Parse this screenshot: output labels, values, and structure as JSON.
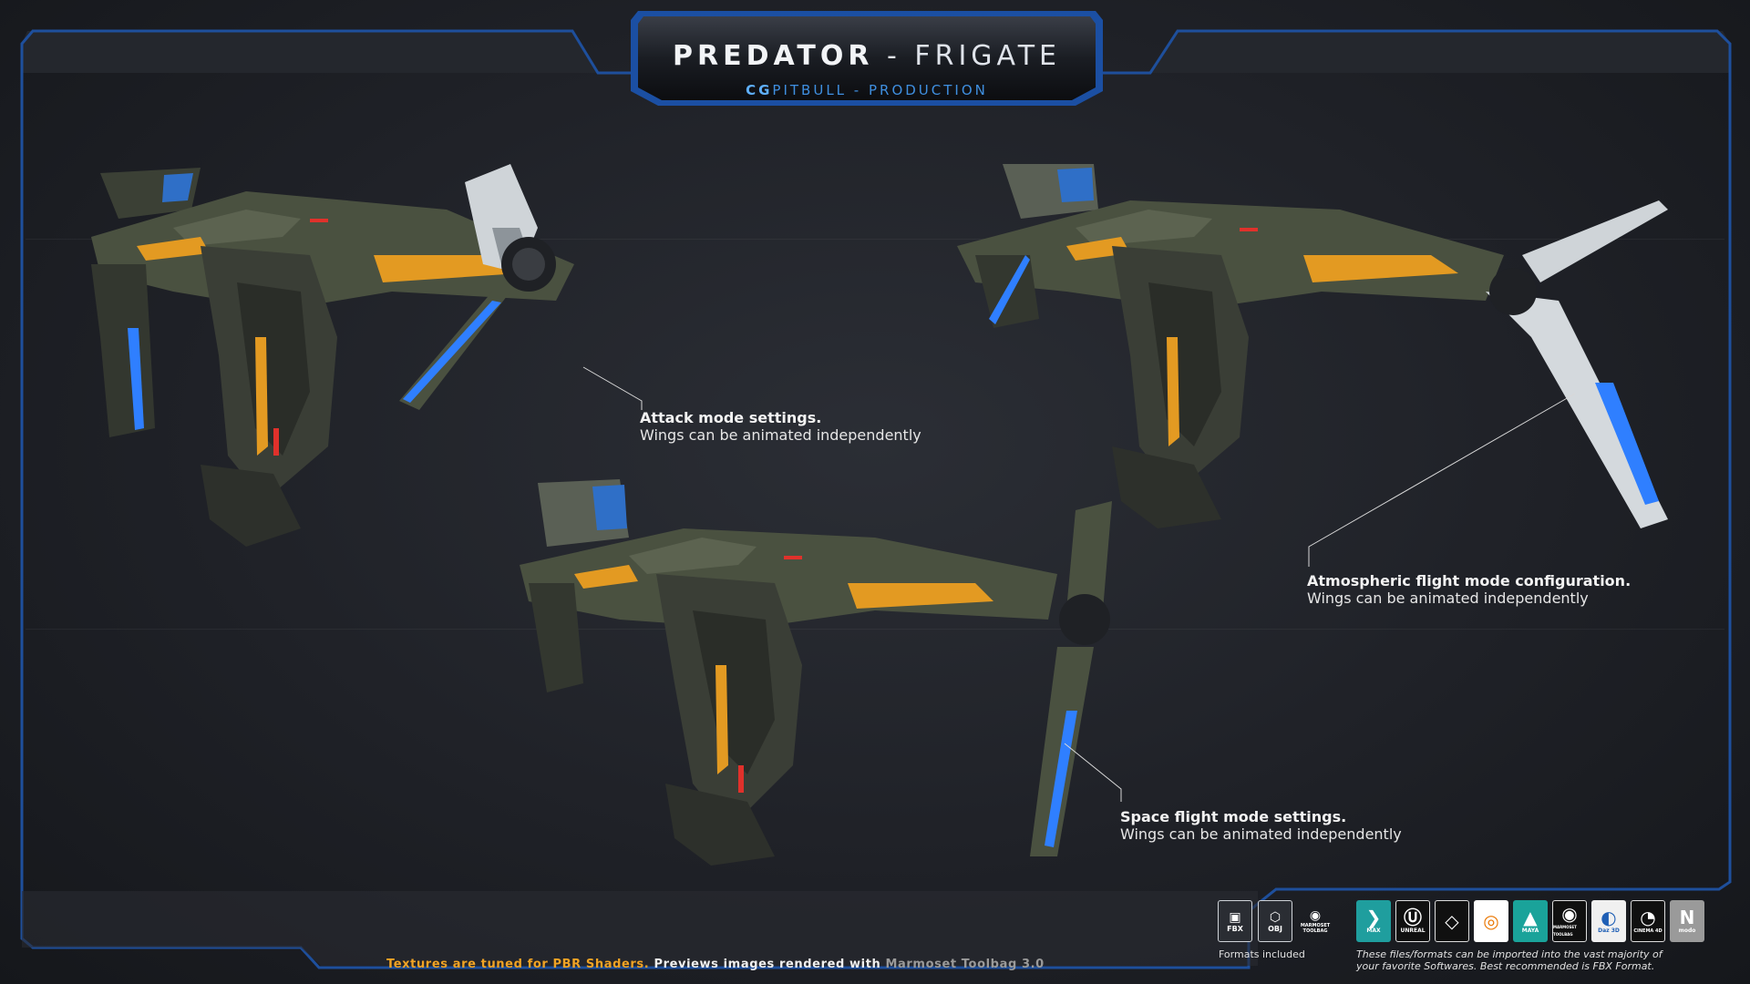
{
  "title": {
    "part1": "PREDATOR",
    "separator": " - ",
    "part2": "FRIGATE",
    "sub_prefix": "CG",
    "sub_rest": "PITBULL - PRODUCTION"
  },
  "annotations": [
    {
      "line1": "Attack mode settings.",
      "line2": "Wings can be animated independently"
    },
    {
      "line1": "Atmospheric flight mode configuration.",
      "line2": "Wings can be animated independently"
    },
    {
      "line1": "Space flight mode settings.",
      "line2": "Wings can be animated independently"
    }
  ],
  "footer": {
    "part1": "Textures are tuned for PBR Shaders.",
    "part2": " Previews images rendered with ",
    "part3": "Marmoset Toolbag 3.0"
  },
  "formats": {
    "label": "Formats included",
    "items": [
      {
        "glyph": "▣",
        "text": "FBX"
      },
      {
        "glyph": "⬡",
        "text": "OBJ"
      },
      {
        "glyph": "◉",
        "text": "MARMOSET TOOLBAG"
      }
    ]
  },
  "apps": {
    "label_line1": "These files/formats can be imported into the vast majority of",
    "label_line2": "your favorite Softwares. Best recommended is FBX Format.",
    "items": [
      {
        "glyph": "❯",
        "text": "MAX",
        "color": "#1f9e9e"
      },
      {
        "glyph": "Ⓤ",
        "text": "UNREAL",
        "color": "#101010"
      },
      {
        "glyph": "◇",
        "text": "",
        "color": "#101010"
      },
      {
        "glyph": "◎",
        "text": "",
        "color": "#ffffff",
        "fg": "#ea7600"
      },
      {
        "glyph": "▲",
        "text": "MAYA",
        "color": "#1aa39a"
      },
      {
        "glyph": "◉",
        "text": "MARMOSET TOOLBAG",
        "color": "#101010"
      },
      {
        "glyph": "◐",
        "text": "Daz 3D",
        "color": "#f0f0f0",
        "fg": "#1f5fb5"
      },
      {
        "glyph": "◔",
        "text": "CINEMA 4D",
        "color": "#101010"
      },
      {
        "glyph": "N",
        "text": "modo",
        "color": "#9a9a9a"
      }
    ]
  },
  "colors": {
    "frame_blue": "#1e4f9c",
    "accent_orange": "#f0a325",
    "hull_olive": "#4a5140",
    "engine_blue": "#2f7fff"
  }
}
